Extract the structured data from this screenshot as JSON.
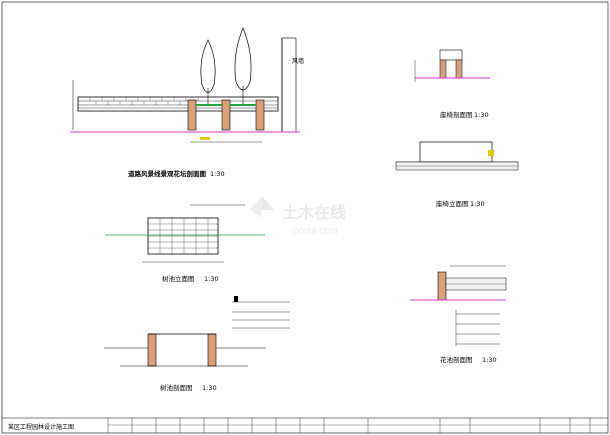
{
  "drawing": {
    "views": [
      {
        "id": "section-main",
        "title": "道路风景线景观花坛剖面图",
        "scale": "1:30"
      },
      {
        "id": "seat-section",
        "title": "座椅剖面图",
        "scale": "1:30"
      },
      {
        "id": "seat-elevation",
        "title": "座椅立面图",
        "scale": "1:30"
      },
      {
        "id": "wall-elevation",
        "title": "树池立面图",
        "scale": "1:30"
      },
      {
        "id": "wall-section",
        "title": "树池剖面图",
        "scale": "1:30"
      },
      {
        "id": "planter-section",
        "title": "花池剖面图",
        "scale": "1:30"
      }
    ],
    "labels": {
      "wind_wall": "风墙"
    },
    "watermark": {
      "brand": "土木在线",
      "domain": "COI88.COM"
    },
    "title_block": {
      "project": "某区工程园林设计施工图"
    }
  }
}
